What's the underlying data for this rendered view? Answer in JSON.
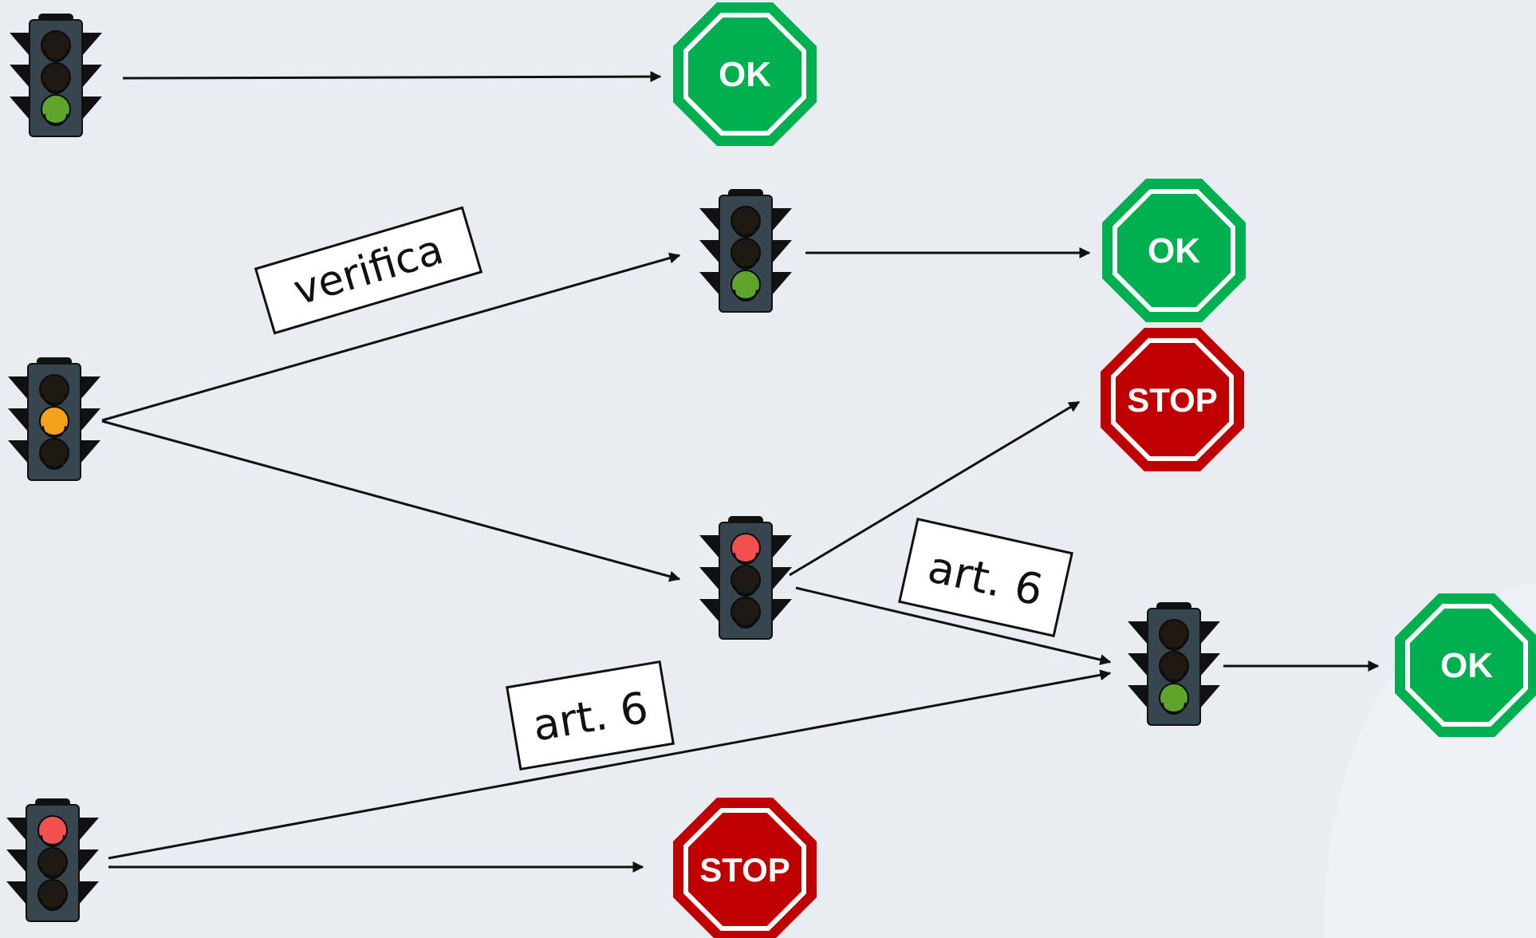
{
  "colors": {
    "background": "#e9edf2",
    "ok_fill": "#00b050",
    "stop_fill": "#c00000",
    "housing": "#37454f",
    "lamp_green_on": "#5fa52c",
    "lamp_amber_on": "#f4a21c",
    "lamp_red_on": "#f0504e",
    "lamp_off": "#1e1a12",
    "arrow": "#111111"
  },
  "traffic_lights": [
    {
      "id": "tl-start-green",
      "lit": "green"
    },
    {
      "id": "tl-start-amber",
      "lit": "amber"
    },
    {
      "id": "tl-start-red",
      "lit": "red"
    },
    {
      "id": "tl-mid-green",
      "lit": "green"
    },
    {
      "id": "tl-mid-red",
      "lit": "red"
    },
    {
      "id": "tl-end-green",
      "lit": "green"
    }
  ],
  "signs": [
    {
      "id": "sign-ok-1",
      "type": "ok",
      "text": "OK"
    },
    {
      "id": "sign-ok-2",
      "type": "ok",
      "text": "OK"
    },
    {
      "id": "sign-stop-1",
      "type": "stop",
      "text": "STOP"
    },
    {
      "id": "sign-ok-3",
      "type": "ok",
      "text": "OK"
    },
    {
      "id": "sign-stop-2",
      "type": "stop",
      "text": "STOP"
    }
  ],
  "edge_labels": [
    {
      "id": "label-verifica",
      "text": "verifica"
    },
    {
      "id": "label-art6-upper",
      "text": "art. 6"
    },
    {
      "id": "label-art6-lower",
      "text": "art. 6"
    }
  ],
  "edges": [
    {
      "from": "tl-start-green",
      "to": "sign-ok-1"
    },
    {
      "from": "tl-start-amber",
      "to": "tl-mid-green",
      "label": "label-verifica"
    },
    {
      "from": "tl-start-amber",
      "to": "tl-mid-red"
    },
    {
      "from": "tl-mid-green",
      "to": "sign-ok-2"
    },
    {
      "from": "tl-mid-red",
      "to": "sign-stop-1"
    },
    {
      "from": "tl-mid-red",
      "to": "tl-end-green",
      "label": "label-art6-upper"
    },
    {
      "from": "tl-start-red",
      "to": "tl-end-green",
      "label": "label-art6-lower"
    },
    {
      "from": "tl-start-red",
      "to": "sign-stop-2"
    },
    {
      "from": "tl-end-green",
      "to": "sign-ok-3"
    }
  ]
}
